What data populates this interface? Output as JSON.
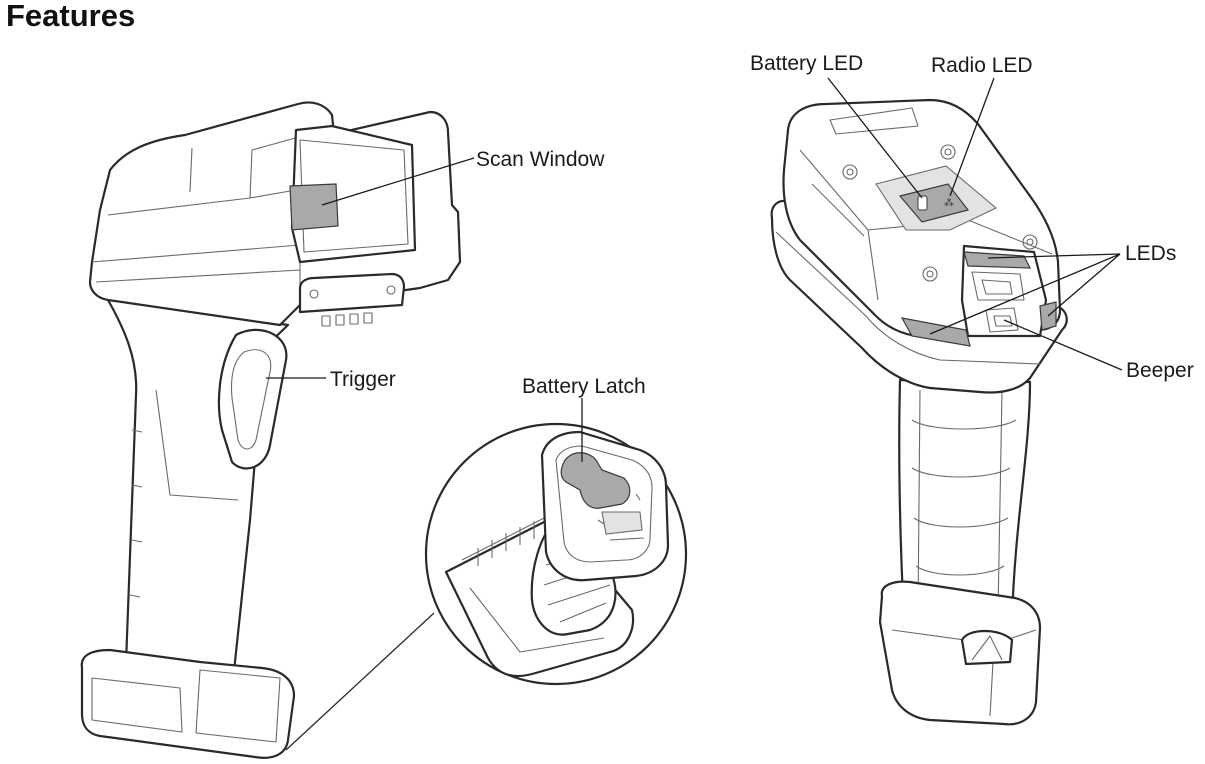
{
  "page": {
    "title": "Features"
  },
  "callouts": {
    "scan_window": "Scan Window",
    "trigger": "Trigger",
    "battery_latch": "Battery Latch",
    "battery_led": "Battery LED",
    "radio_led": "Radio LED",
    "leds": "LEDs",
    "beeper": "Beeper"
  },
  "colors": {
    "line": "#2a2a2a",
    "window_fill": "#a9a9a9",
    "background": "#ffffff"
  }
}
